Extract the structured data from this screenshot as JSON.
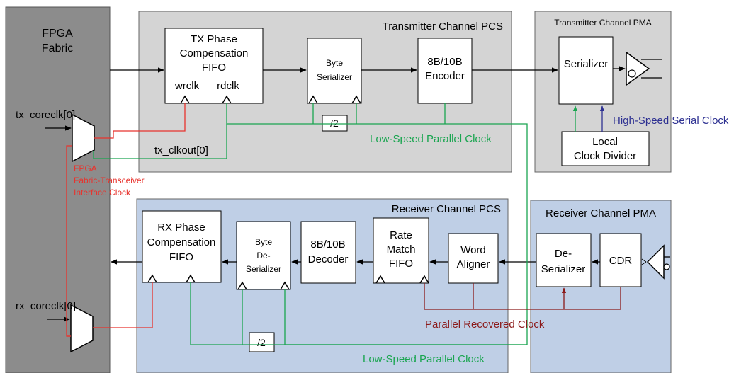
{
  "fabric": {
    "title_line1": "FPGA",
    "title_line2": "Fabric"
  },
  "tx_pcs": {
    "title": "Transmitter Channel PCS",
    "fifo": {
      "line1": "TX Phase",
      "line2": "Compensation",
      "line3": "FIFO",
      "wrclk": "wrclk",
      "rdclk": "rdclk"
    },
    "byte_serializer": {
      "line1": "Byte",
      "line2": "Serializer"
    },
    "encoder": {
      "line1": "8B/10B",
      "line2": "Encoder"
    },
    "divider": "/2",
    "clock_label": "Low-Speed Parallel Clock"
  },
  "tx_pma": {
    "title": "Transmitter Channel PMA",
    "serializer": "Serializer",
    "clock_divider": {
      "line1": "Local",
      "line2": "Clock Divider"
    },
    "hs_clock_label": "High-Speed Serial Clock"
  },
  "rx_pcs": {
    "title": "Receiver Channel PCS",
    "fifo": {
      "line1": "RX Phase",
      "line2": "Compensation",
      "line3": "FIFO"
    },
    "byte_deserializer": {
      "line1": "Byte",
      "line2": "De-",
      "line3": "Serializer"
    },
    "decoder": {
      "line1": "8B/10B",
      "line2": "Decoder"
    },
    "rate_match": {
      "line1": "Rate",
      "line2": "Match",
      "line3": "FIFO"
    },
    "word_aligner": {
      "line1": "Word",
      "line2": "Aligner"
    },
    "divider": "/2",
    "clock_label": "Low-Speed Parallel Clock"
  },
  "rx_pma": {
    "title": "Receiver Channel PMA",
    "deserializer": {
      "line1": "De-",
      "line2": "Serializer"
    },
    "cdr": "CDR",
    "recovered_clock_label": "Parallel Recovered Clock"
  },
  "signals": {
    "tx_coreclk": "tx_coreclk[0]",
    "tx_clkout": "tx_clkout[0]",
    "rx_coreclk": "rx_coreclk[0]",
    "interface_clock": {
      "line1": "FPGA",
      "line2": "Fabric-Transceiver",
      "line3": "Interface Clock"
    }
  },
  "colors": {
    "fabric": "#8c8c8c",
    "tx_panel": "#d4d4d4",
    "rx_panel": "#bfcfe6",
    "red": "#e8332d",
    "green": "#1aa550",
    "blue": "#2e3192",
    "dark_red": "#8b1a1a"
  }
}
